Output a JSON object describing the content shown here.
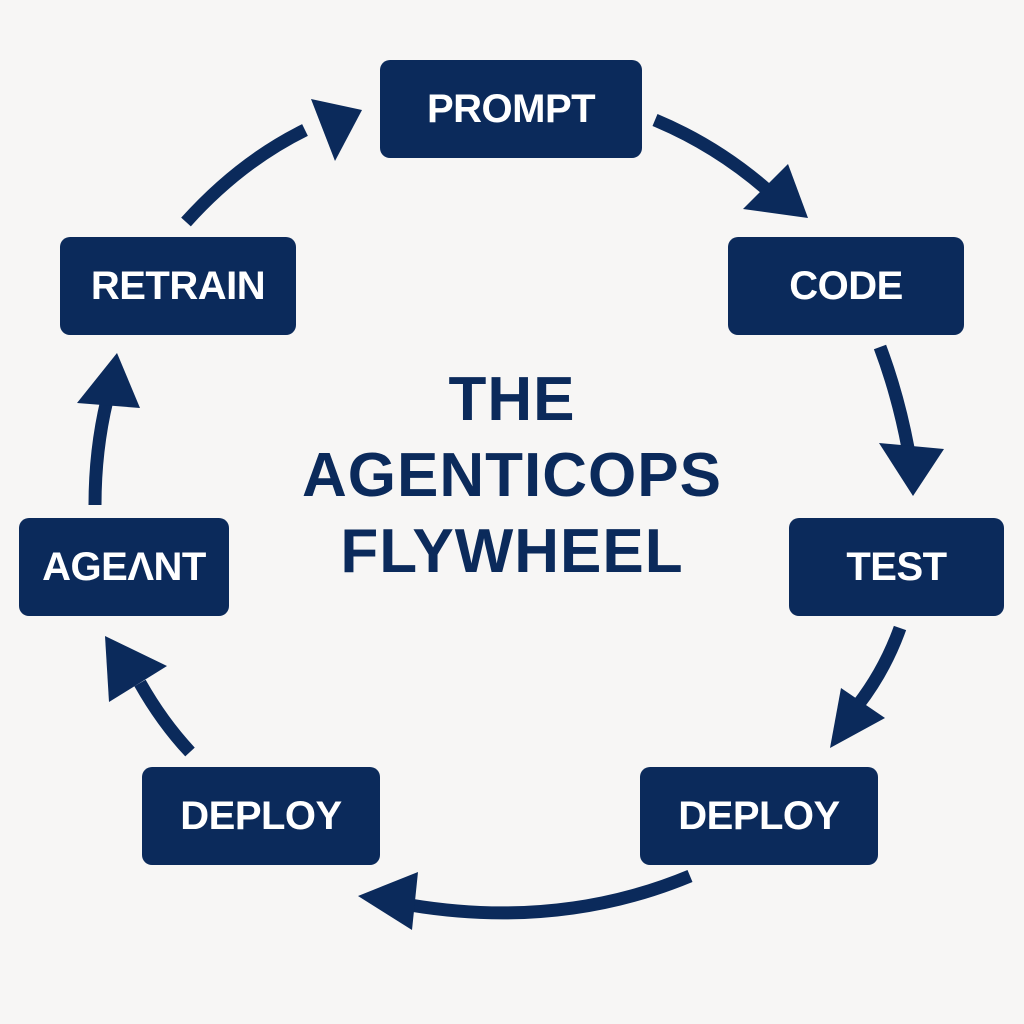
{
  "diagram": {
    "title_lines": [
      "THE",
      "AGENTICOPS",
      "FLYWHEEL"
    ],
    "nodes": {
      "prompt": "PROMPT",
      "code": "CODE",
      "test": "TEST",
      "deploy_right": "DEPLOY",
      "deploy_left": "DEPLOY",
      "agent": "AGEΛNT",
      "retrain": "RETRAIN"
    },
    "flow": [
      "prompt",
      "code",
      "test",
      "deploy_right",
      "deploy_left",
      "agent",
      "retrain",
      "prompt"
    ],
    "colors": {
      "node_fill": "#0b2a5b",
      "node_text": "#ffffff",
      "title_text": "#0b2a5b",
      "arrow": "#0b2a5b",
      "background": "#f7f6f5"
    }
  }
}
